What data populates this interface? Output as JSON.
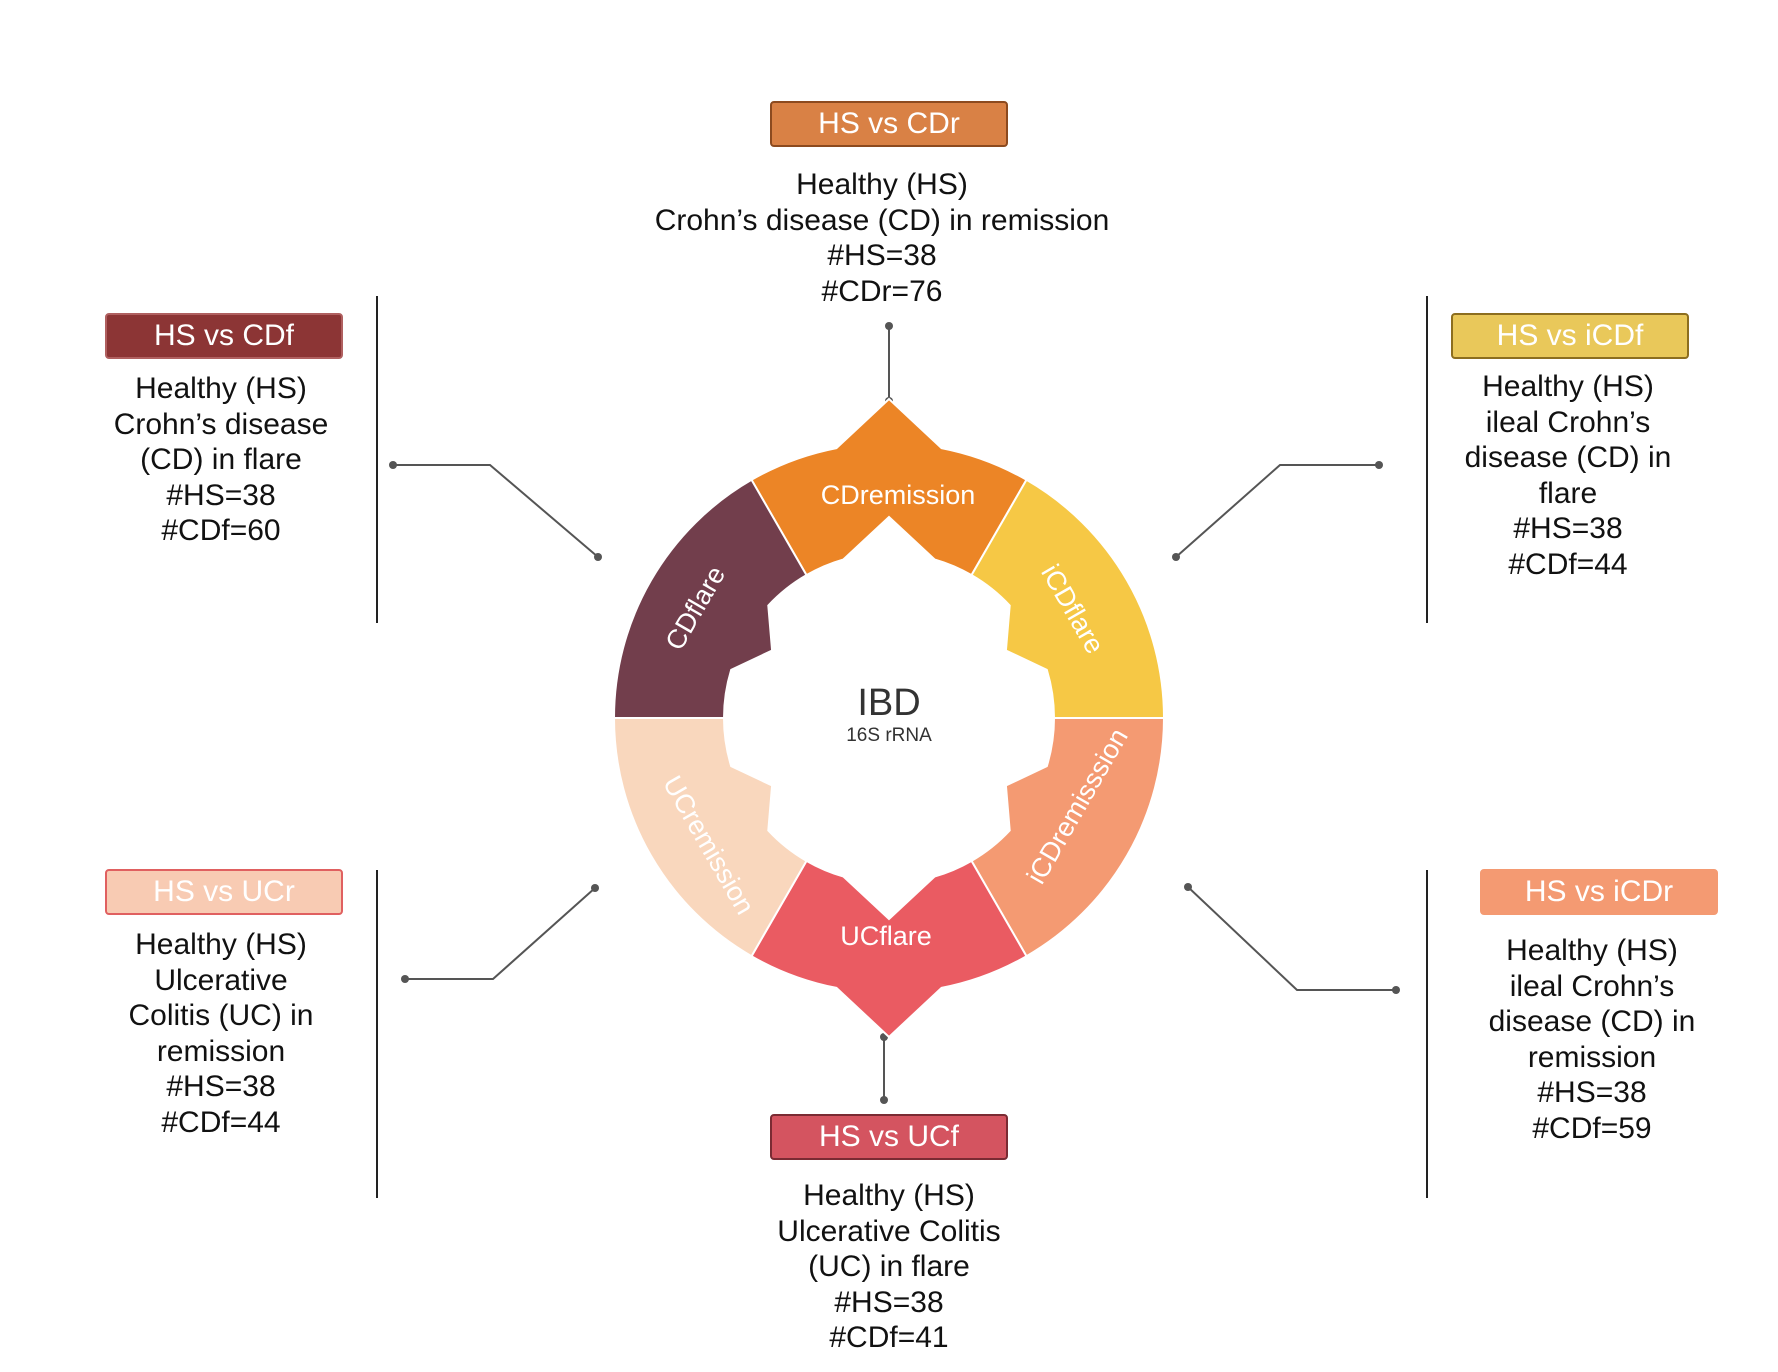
{
  "center": {
    "title": "IBD",
    "subtitle": "16S rRNA"
  },
  "segments": [
    {
      "label": "CDremission",
      "color": "#EC8526"
    },
    {
      "label": "iCDflare",
      "color": "#F6C845"
    },
    {
      "label": "iCDremisssion",
      "color": "#F49A72"
    },
    {
      "label": "UCflare",
      "color": "#EA5B62"
    },
    {
      "label": "UCremission",
      "color": "#F9D7BD"
    },
    {
      "label": "CDflare",
      "color": "#723E4C"
    }
  ],
  "comparisons": [
    {
      "badge": "HS vs CDr",
      "badge_color": "#D98145",
      "badge_border": "#8C4A1F",
      "lines": [
        "Healthy (HS)",
        "Crohn’s disease (CD) in remission",
        "#HS=38",
        "#CDr=76"
      ]
    },
    {
      "badge": "HS vs iCDf",
      "badge_color": "#E9C85A",
      "badge_border": "#8C6E1F",
      "lines": [
        "Healthy (HS)",
        "ileal Crohn’s",
        "disease (CD) in",
        "flare",
        "#HS=38",
        "#CDf=44"
      ]
    },
    {
      "badge": "HS vs iCDr",
      "badge_color": "#F49A72",
      "badge_border": "#F49A72",
      "lines": [
        "Healthy (HS)",
        "ileal Crohn’s",
        "disease (CD) in",
        "remission",
        "#HS=38",
        "#CDf=59"
      ]
    },
    {
      "badge": "HS vs UCf",
      "badge_color": "#D45460",
      "badge_border": "#7A2B33",
      "lines": [
        "Healthy (HS)",
        "Ulcerative Colitis",
        "(UC) in flare",
        "#HS=38",
        "#CDf=41"
      ]
    },
    {
      "badge": "HS vs UCr",
      "badge_color": "#F8CBB3",
      "badge_border": "#E06060",
      "lines": [
        "Healthy (HS)",
        "Ulcerative",
        "Colitis (UC) in",
        "remission",
        "#HS=38",
        "#CDf=44"
      ]
    },
    {
      "badge": "HS vs CDf",
      "badge_color": "#8C3535",
      "badge_border": "#B06060",
      "lines": [
        "Healthy (HS)",
        "Crohn’s disease",
        "(CD) in flare",
        "#HS=38",
        "#CDf=60"
      ]
    }
  ],
  "connector_color": "#555555"
}
